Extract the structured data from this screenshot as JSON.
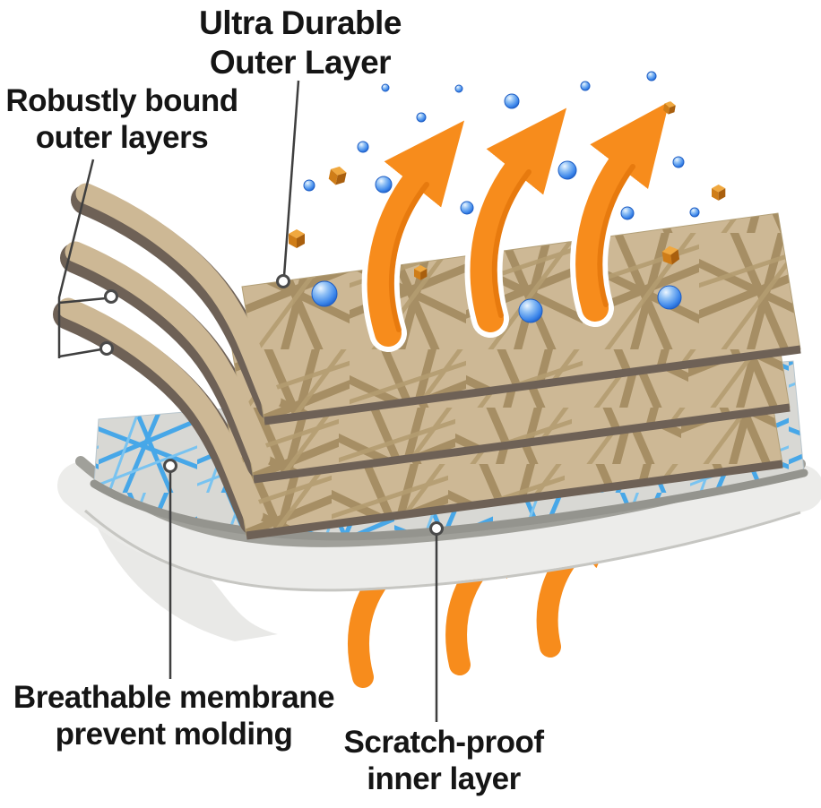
{
  "diagram": {
    "labels": {
      "outer": {
        "line1": "Ultra Durable",
        "line2": "Outer Layer"
      },
      "bound": {
        "line1": "Robustly bound",
        "line2": "outer layers"
      },
      "membrane": {
        "line1": "Breathable membrane",
        "line2": "prevent molding"
      },
      "inner": {
        "line1": "Scratch-proof",
        "line2": "inner layer"
      }
    },
    "colors": {
      "background": "#ffffff",
      "fabric_tan": "#cdb895",
      "fabric_weave": "#a28a5e",
      "layer_edge_brown": "#6e6156",
      "membrane_base_gray": "#d8d8d4",
      "membrane_blue": "#47a7e8",
      "inner_white": "#ececea",
      "inner_edge_gray": "#a0a09a",
      "arrow_orange": "#f78c1c",
      "droplet_blue": "#2e7de0",
      "cube_orange": "#d97f18",
      "text": "#151515",
      "leader_line": "#3f3f3f"
    }
  }
}
